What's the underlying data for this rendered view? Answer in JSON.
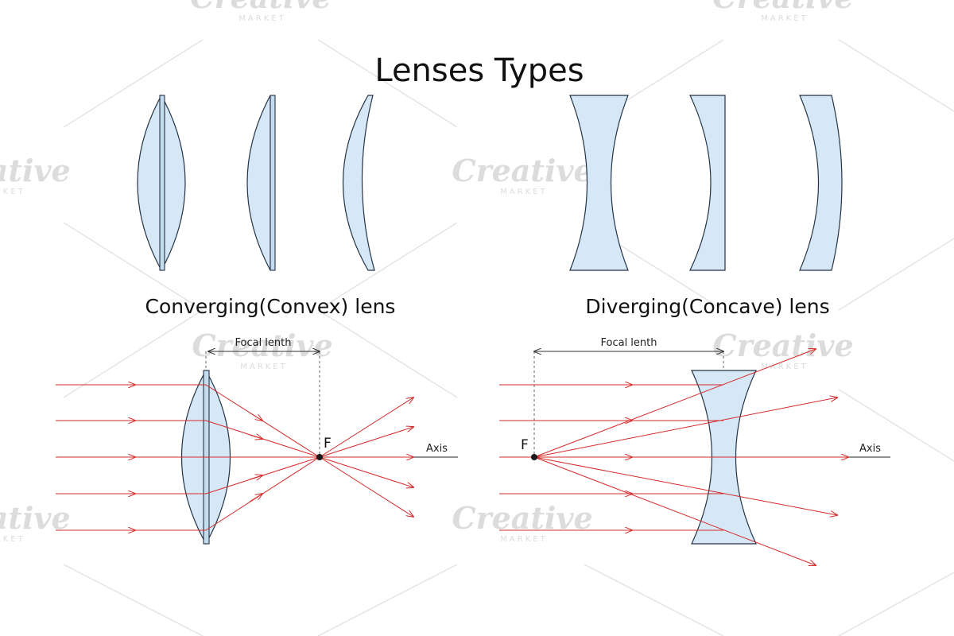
{
  "title": "Lenses Types",
  "converging": {
    "label": "Converging(Convex) lens",
    "focal_label": "Focal lenth",
    "focus_label": "F",
    "axis_label": "Axis"
  },
  "diverging": {
    "label": "Diverging(Concave) lens",
    "focal_label": "Focal lenth",
    "focus_label": "F",
    "axis_label": "Axis"
  },
  "watermark": {
    "word": "Creative",
    "sub": "MARKET"
  },
  "colors": {
    "lens_fill": "#d6e8f5",
    "lens_stroke": "#243447",
    "ray": "#d62a2a",
    "watermark": "#dcdcdc"
  }
}
